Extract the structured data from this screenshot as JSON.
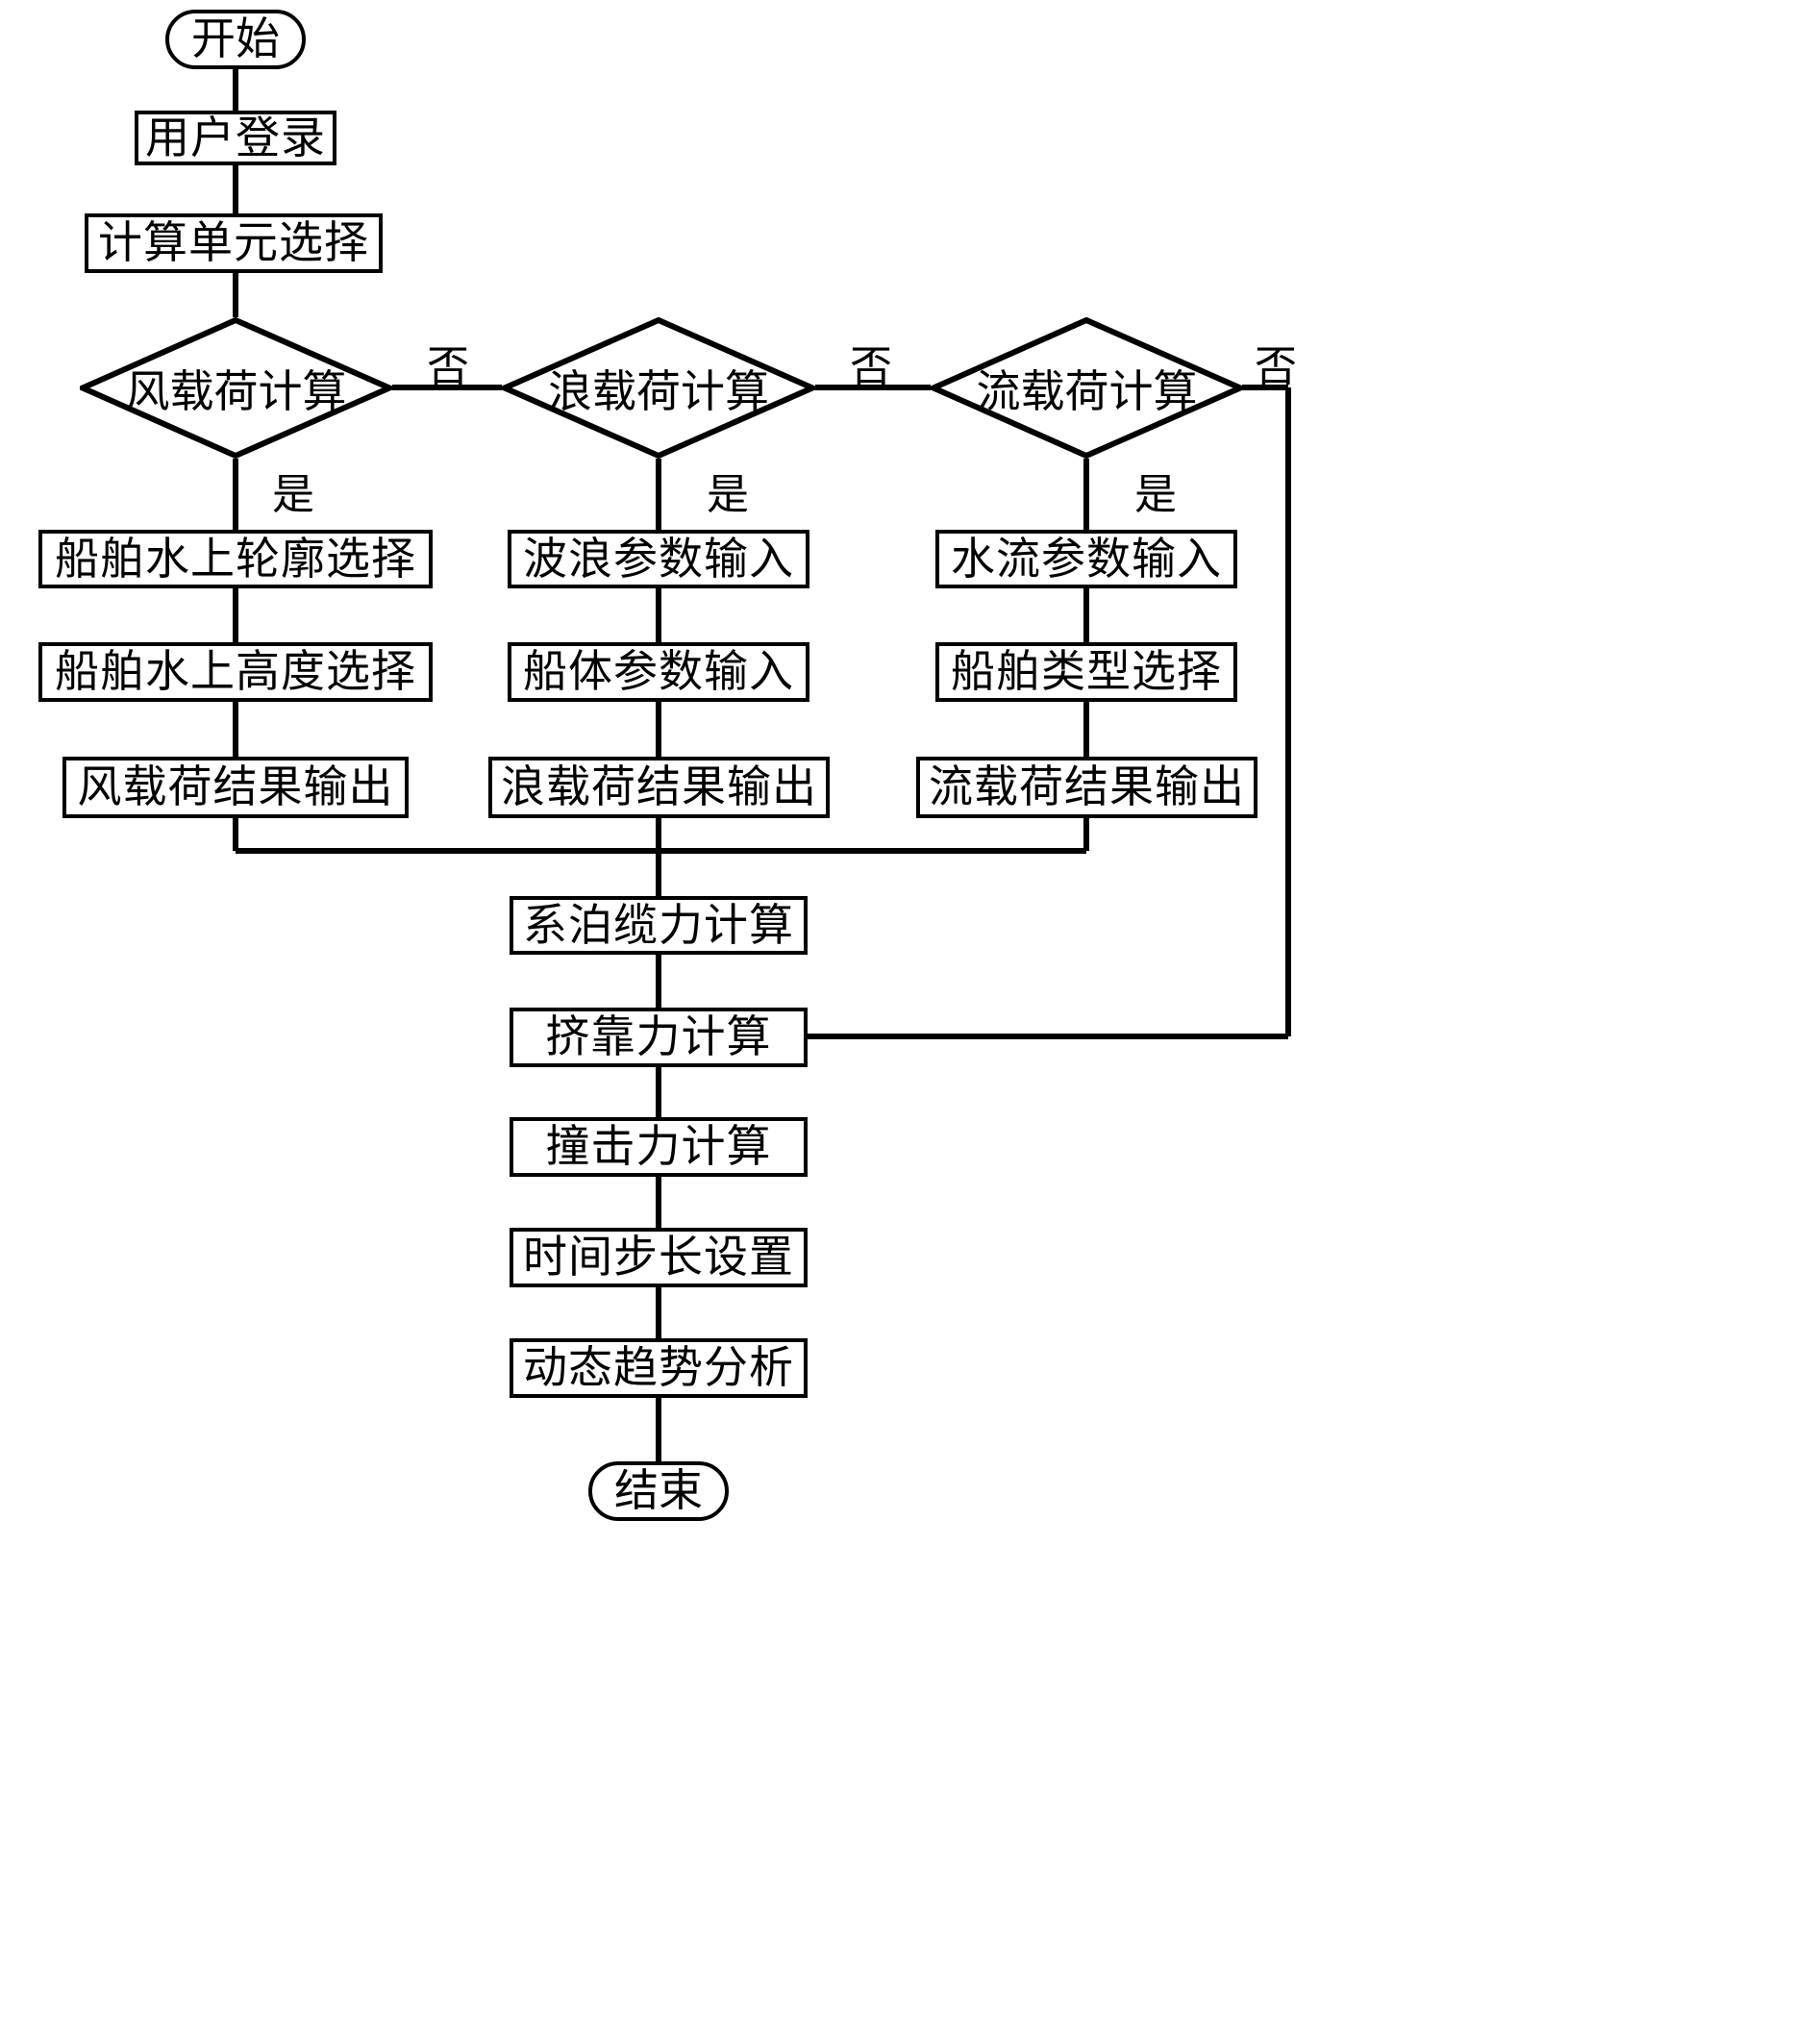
{
  "diagram": {
    "type": "flowchart",
    "title": "",
    "language": "zh-CN",
    "line_color": "#000000",
    "fill_color": "#ffffff",
    "nodes": {
      "start": "开始",
      "login": "用户登录",
      "unit_select": "计算单元选择",
      "wind_decision": "风载荷计算",
      "wave_decision": "浪载荷计算",
      "current_decision": "流载荷计算",
      "wind_step1": "船舶水上轮廓选择",
      "wind_step2": "船舶水上高度选择",
      "wind_result": "风载荷结果输出",
      "wave_step1": "波浪参数输入",
      "wave_step2": "船体参数输入",
      "wave_result": "浪载荷结果输出",
      "current_step1": "水流参数输入",
      "current_step2": "船舶类型选择",
      "current_result": "流载荷结果输出",
      "mooring_force": "系泊缆力计算",
      "squeeze_force": "挤靠力计算",
      "impact_force": "撞击力计算",
      "time_step": "时间步长设置",
      "trend_analysis": "动态趋势分析",
      "end": "结束"
    },
    "edge_labels": {
      "no_wind": "否",
      "no_wave": "否",
      "no_current": "否",
      "yes_wind": "是",
      "yes_wave": "是",
      "yes_current": "是"
    }
  }
}
